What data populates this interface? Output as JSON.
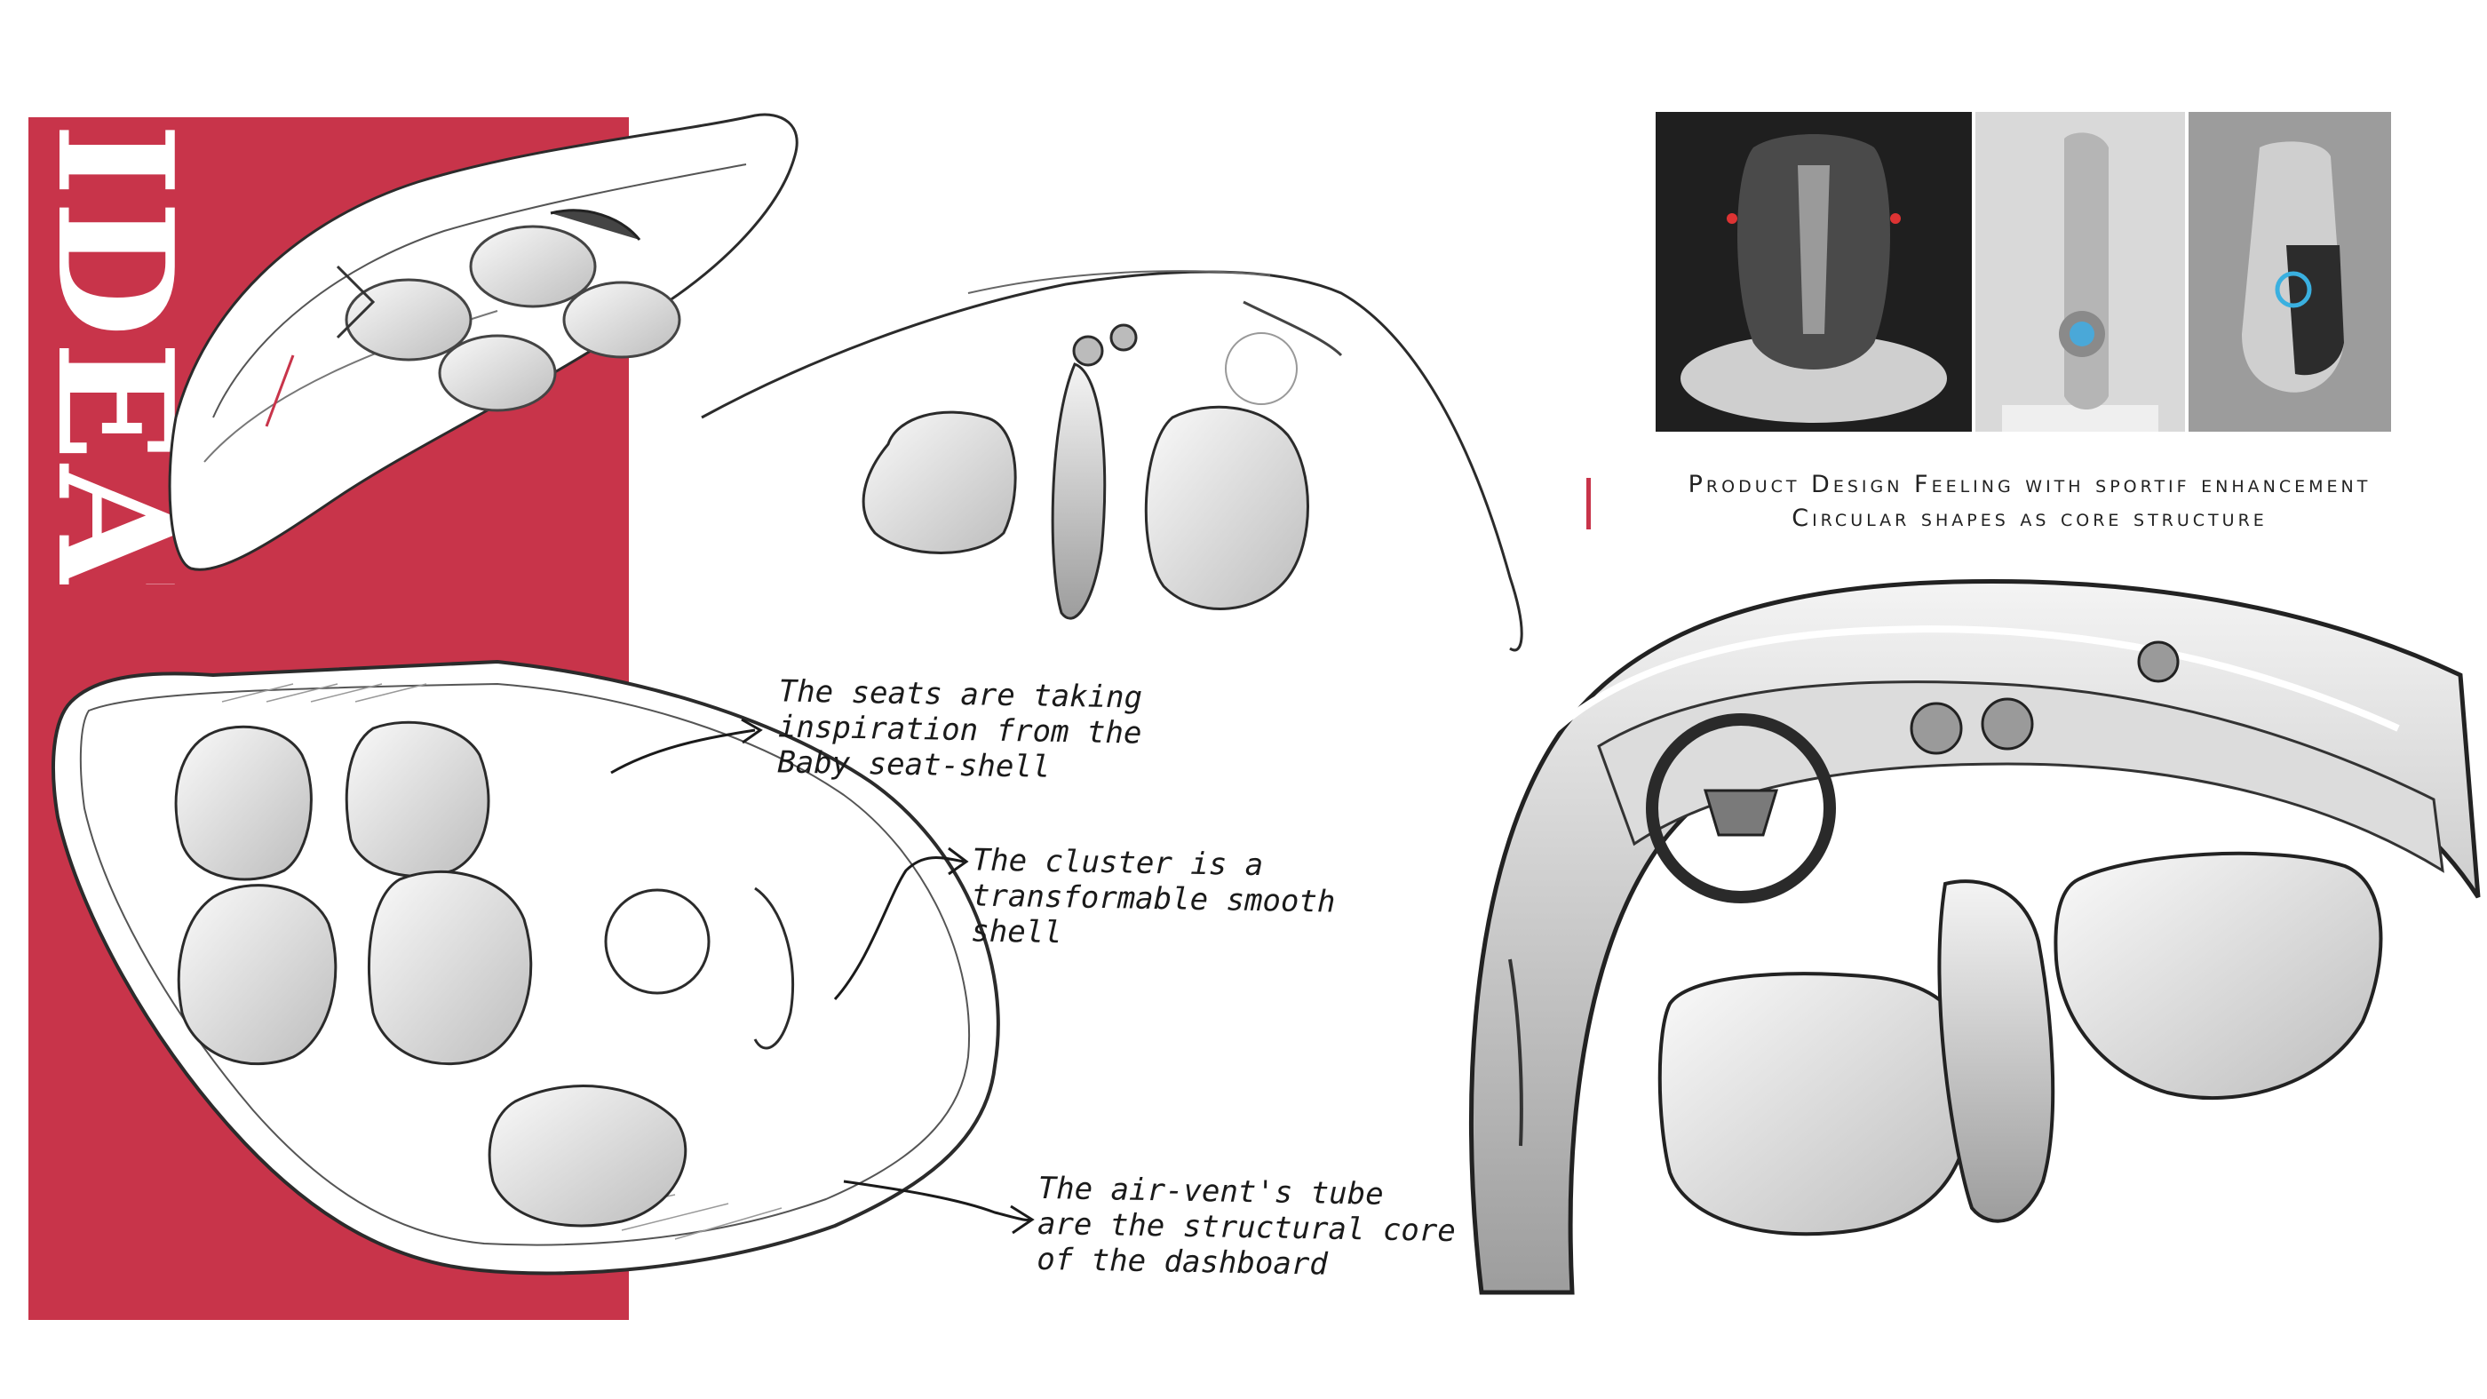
{
  "board": {
    "vertical_title": "IDEATION",
    "accent_color": "#c8344a"
  },
  "references": {
    "caption_line1": "Product Design Feeling with sportif enhancement",
    "caption_line2": "Circular shapes as core structure"
  },
  "annotations": {
    "seats": [
      "The seats are taking",
      "inspiration from the",
      "Baby seat-shell"
    ],
    "cluster": [
      "The cluster is a",
      "transformable smooth",
      "shell"
    ],
    "airvent": [
      "The air-vent's tube",
      "are the structural core",
      "of the dashboard"
    ]
  }
}
